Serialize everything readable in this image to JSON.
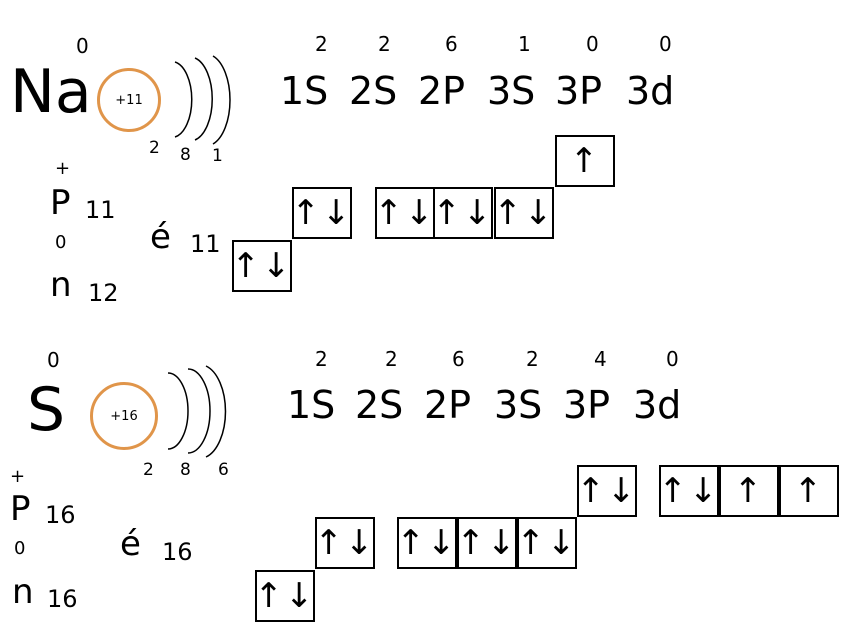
{
  "atoms": [
    {
      "symbol": "Na",
      "charge": "0",
      "nucleus": "+11",
      "shells": [
        "2",
        "8",
        "1"
      ],
      "protons": {
        "sign": "+",
        "symbol": "P",
        "count": "11"
      },
      "electrons": {
        "symbol": "é",
        "count": "11"
      },
      "neutrons": {
        "sign": "0",
        "symbol": "n",
        "count": "12"
      },
      "orbitals": [
        {
          "label": "1S",
          "occupancy": "2"
        },
        {
          "label": "2S",
          "occupancy": "2"
        },
        {
          "label": "2P",
          "occupancy": "6"
        },
        {
          "label": "3S",
          "occupancy": "1"
        },
        {
          "label": "3P",
          "occupancy": "0"
        },
        {
          "label": "3d",
          "occupancy": "0"
        }
      ],
      "cells": {
        "s1": "↑↓",
        "s2": "↑↓",
        "p2": [
          "↑↓",
          "↑↓",
          "↑↓"
        ],
        "s3": "↑"
      }
    },
    {
      "symbol": "S",
      "charge": "0",
      "nucleus": "+16",
      "shells": [
        "2",
        "8",
        "6"
      ],
      "protons": {
        "sign": "+",
        "symbol": "P",
        "count": "16"
      },
      "electrons": {
        "symbol": "é",
        "count": "16"
      },
      "neutrons": {
        "sign": "0",
        "symbol": "n",
        "count": "16"
      },
      "orbitals": [
        {
          "label": "1S",
          "occupancy": "2"
        },
        {
          "label": "2S",
          "occupancy": "2"
        },
        {
          "label": "2P",
          "occupancy": "6"
        },
        {
          "label": "3S",
          "occupancy": "2"
        },
        {
          "label": "3P",
          "occupancy": "4"
        },
        {
          "label": "3d",
          "occupancy": "0"
        }
      ],
      "cells": {
        "s1": "↑↓",
        "s2": "↑↓",
        "p2": [
          "↑↓",
          "↑↓",
          "↑↓"
        ],
        "s3": "↑↓",
        "p3": [
          "↑↓",
          "↑",
          "↑"
        ]
      }
    }
  ]
}
